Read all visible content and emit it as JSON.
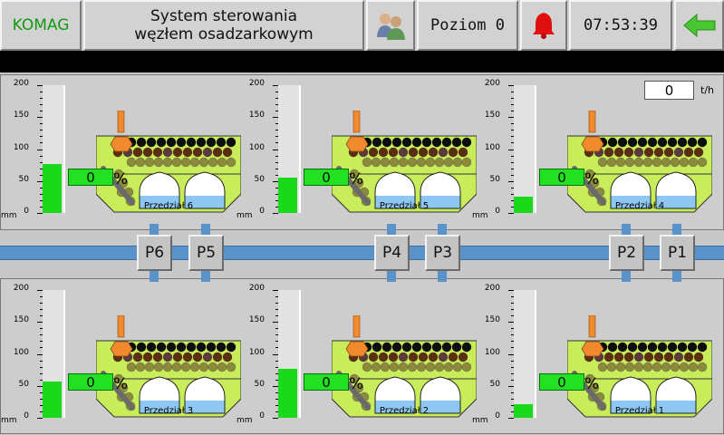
{
  "header": {
    "brand": "KOMAG",
    "title_line1": "System sterowania",
    "title_line2": "węzłem osadzarkowym",
    "users_icon": "users-icon",
    "level": "Poziom 0",
    "alarm_icon": "bell-alarm-icon",
    "time": "07:53:39",
    "back_icon": "arrow-left-icon"
  },
  "throughput": {
    "value": "0",
    "unit": "t/h"
  },
  "axis": {
    "ticks": [
      "200",
      "150",
      "100",
      "50",
      "0"
    ],
    "unit": "mm",
    "max": 200
  },
  "cells": [
    {
      "label": "Przedział 6",
      "level_mm": 77,
      "percent": "0",
      "pct_sign": "%"
    },
    {
      "label": "Przedział 5",
      "level_mm": 55,
      "percent": "0",
      "pct_sign": "%"
    },
    {
      "label": "Przedział 4",
      "level_mm": 26,
      "percent": "0",
      "pct_sign": "%"
    },
    {
      "label": "Przedział 3",
      "level_mm": 57,
      "percent": "0",
      "pct_sign": "%"
    },
    {
      "label": "Przedział 2",
      "level_mm": 77,
      "percent": "0",
      "pct_sign": "%"
    },
    {
      "label": "Przedział 1",
      "level_mm": 21,
      "percent": "0",
      "pct_sign": "%"
    }
  ],
  "pumps": [
    "P6",
    "P5",
    "P4",
    "P3",
    "P2",
    "P1"
  ],
  "colors": {
    "level_fill": "#1ad91a",
    "machine_body": "#c8ec5a",
    "pipe": "#5a93c9",
    "orange": "#f08a2c",
    "water": "#8ec7f2"
  }
}
